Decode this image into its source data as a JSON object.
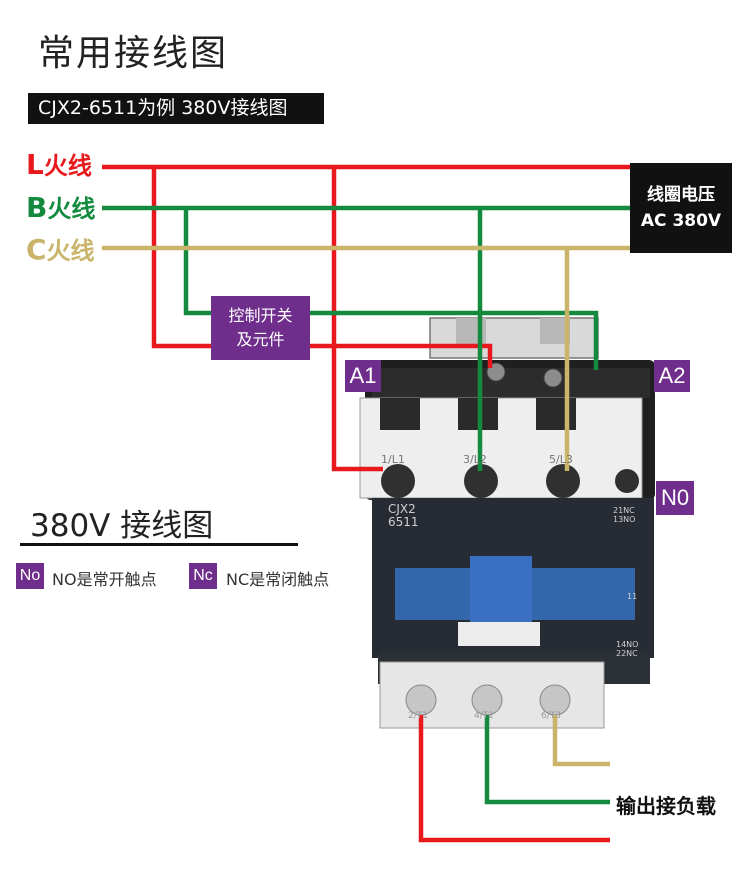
{
  "title": "常用接线图",
  "subtitle": "CJX2-6511为例  380V接线图",
  "phases": [
    {
      "letter": "L",
      "suffix": "火线",
      "color": "#e8191c"
    },
    {
      "letter": "B",
      "suffix": "火线",
      "color": "#138a3e"
    },
    {
      "letter": "C",
      "suffix": "火线",
      "color": "#c9b46a"
    }
  ],
  "coil": {
    "line1": "线圈电压",
    "line2": "AC 380V"
  },
  "control_box": {
    "line1": "控制开关",
    "line2": "及元件"
  },
  "tags": {
    "a1": "A1",
    "a2": "A2",
    "no": "N0"
  },
  "device": {
    "model_line1": "CJX2",
    "model_line2": "6511",
    "right_marks_top": [
      "21NC",
      "13NO"
    ],
    "right_mark_mid": "11",
    "right_marks_bottom": [
      "14NO",
      "22NC"
    ],
    "top_terminals": [
      "1/L1",
      "3/L2",
      "5/L3"
    ],
    "bottom_terminals": [
      "2/T1",
      "4/T2",
      "6/T3"
    ]
  },
  "section_title": "380V  接线图",
  "legend": [
    {
      "badge": "No",
      "text": "NO是常开触点"
    },
    {
      "badge": "Nc",
      "text": "NC是常闭触点"
    }
  ],
  "output_label": "输出接负载",
  "colors": {
    "red": "#e8191c",
    "green": "#138a3e",
    "tan": "#c9b46a",
    "purple": "#6f2e8c"
  }
}
